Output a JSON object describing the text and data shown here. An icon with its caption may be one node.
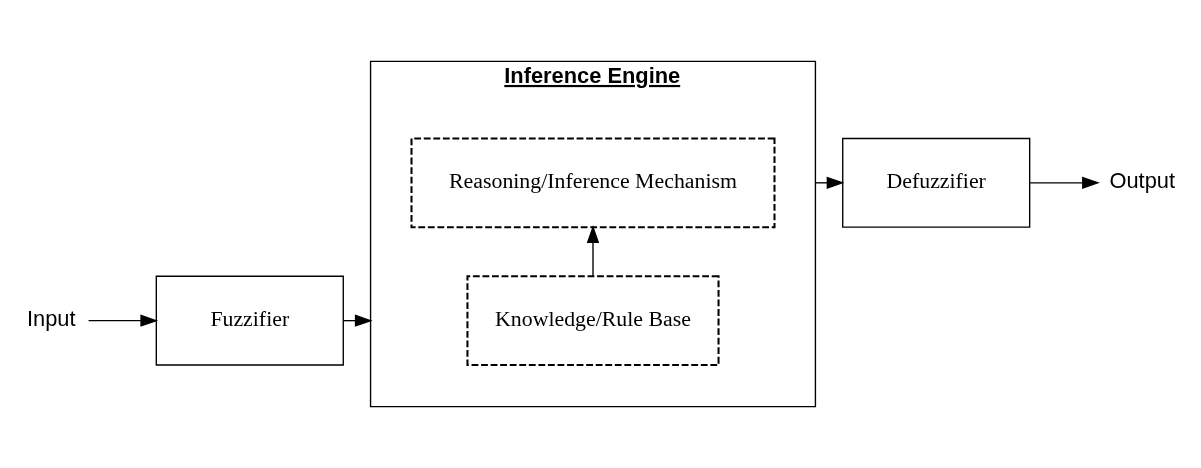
{
  "diagram": {
    "nodes": [
      {
        "text": [
          "Input"
        ]
      },
      {
        "text": [
          "Fuzzifier"
        ]
      },
      {
        "text": [
          "Inference Engine"
        ]
      },
      {
        "text": [
          "Knowledge/Rule Base"
        ],
        "in": 2
      },
      {
        "text": [
          "Reasoning/Inference Mechanism"
        ],
        "in": 2
      },
      {
        "text": [
          "Defuzzifier"
        ]
      },
      {
        "text": [
          "Output"
        ]
      }
    ],
    "edges": [
      {
        "from": 0,
        "to": 1,
        "arrow": "to"
      },
      {
        "from": 1,
        "to": 2,
        "arrow": "to"
      },
      {
        "from": 3,
        "to": 4,
        "arrow": "to"
      },
      {
        "from": 2,
        "to": 5,
        "arrow": "to"
      },
      {
        "from": 5,
        "to": 6,
        "arrow": "to"
      }
    ]
  }
}
